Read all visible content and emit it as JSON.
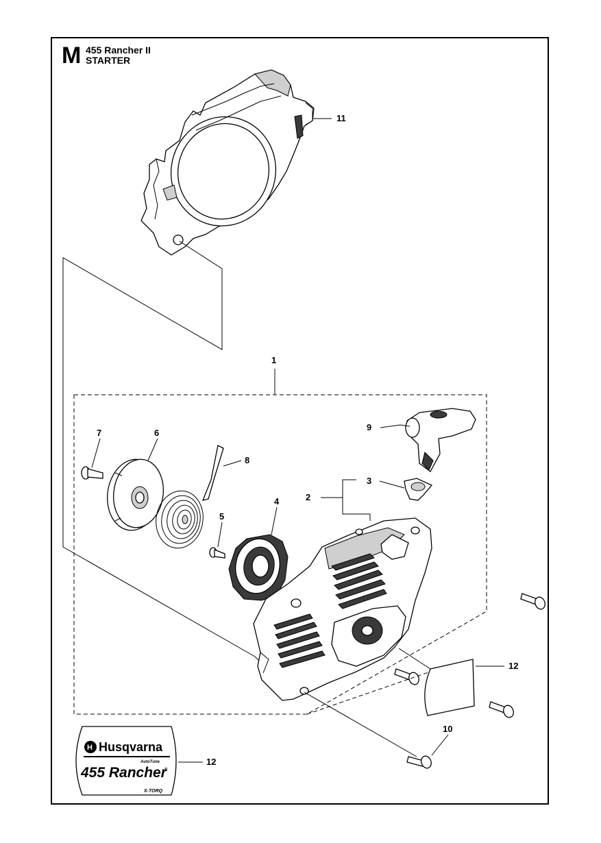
{
  "header": {
    "section_letter": "M",
    "model": "455 Rancher II",
    "section": "STARTER"
  },
  "callouts": {
    "p1": "1",
    "p2": "2",
    "p3": "3",
    "p4": "4",
    "p5": "5",
    "p6": "6",
    "p7": "7",
    "p8": "8",
    "p9": "9",
    "p10": "10",
    "p11": "11",
    "p12_right": "12",
    "p12_decal": "12"
  },
  "decal": {
    "brand": "Husqvarna",
    "autotune": "AutoTune",
    "model": "455 Rancher",
    "xtorq": "X-TORQ"
  }
}
